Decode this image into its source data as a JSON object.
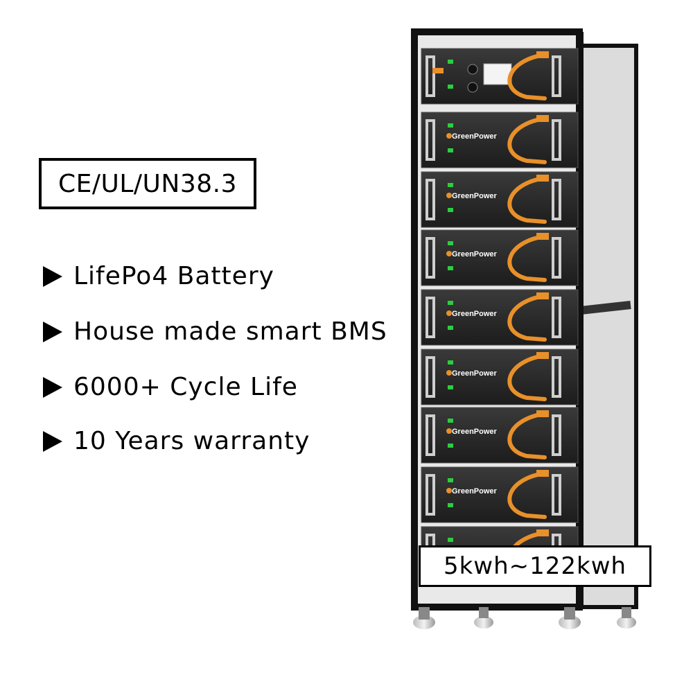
{
  "certification": "CE/UL/UN38.3",
  "features": [
    "LifePo4 Battery",
    "House made smart BMS",
    "6000+ Cycle Life",
    "10 Years warranty"
  ],
  "brand": "GreenPower",
  "capacity": "5kwh~122kwh",
  "colors": {
    "frame": "#111111",
    "module": "#2b2b2b",
    "cable": "#e8902a",
    "indicator": "#2ecc40",
    "background": "#ffffff"
  }
}
